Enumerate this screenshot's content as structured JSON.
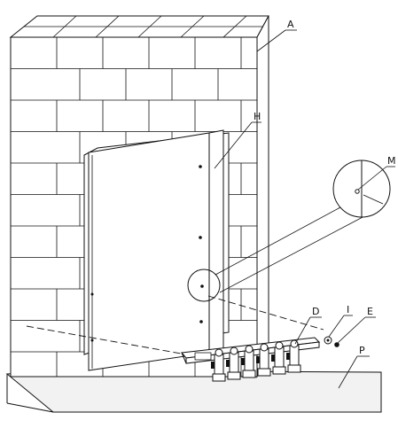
{
  "labels": {
    "A": "A",
    "H": "H",
    "M": "M",
    "D": "D",
    "I": "I",
    "E": "E",
    "P": "P"
  },
  "colors": {
    "line": "#111111",
    "face": "#ffffff",
    "shade": "#f2f2f2"
  }
}
